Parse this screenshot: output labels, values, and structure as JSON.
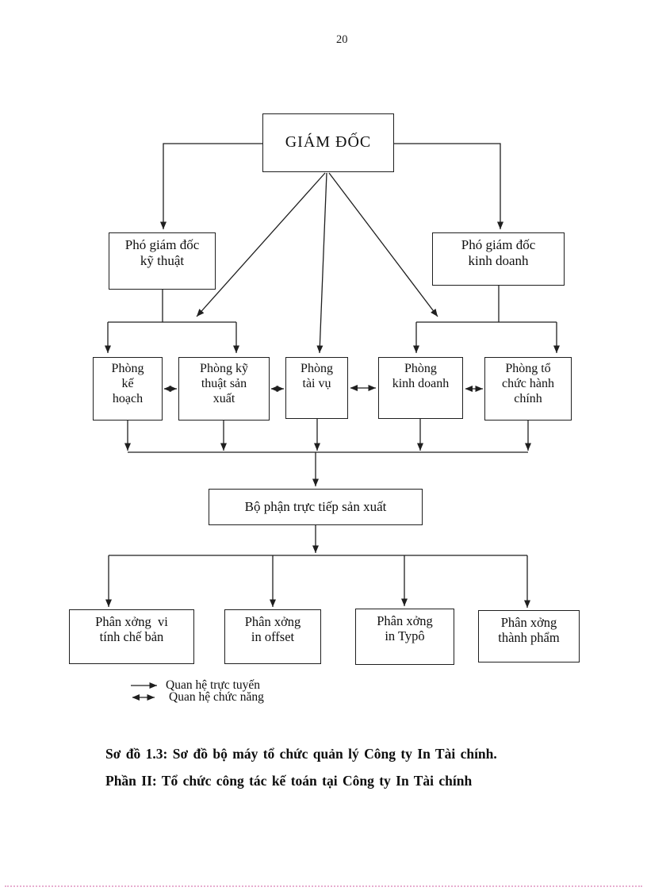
{
  "page": {
    "number": "20"
  },
  "org_chart": {
    "director": {
      "label": "GIÁM ĐỐC"
    },
    "deputy_technical": {
      "label": "Phó giám đốc\nkỹ thuật"
    },
    "deputy_business": {
      "label": "Phó giám đốc\nkinh doanh"
    },
    "departments": [
      {
        "label": "Phòng\nkế\nhoạch"
      },
      {
        "label": "Phòng kỹ\nthuật sản\nxuất"
      },
      {
        "label": "Phòng\ntài vụ"
      },
      {
        "label": "Phòng\nkinh doanh"
      },
      {
        "label": "Phòng tổ\nchức hành\nchính"
      }
    ],
    "production_unit": {
      "label": "Bộ phận trực tiếp sản xuất"
    },
    "workshops": [
      {
        "label": "Phân xởng  vi\ntính chế bản"
      },
      {
        "label": "Phân xởng\nin offset"
      },
      {
        "label": "Phân xởng\nin Typô"
      },
      {
        "label": "Phân xởng\nthành phẩm"
      }
    ]
  },
  "legend": {
    "direct_relation": "Quan hệ trực tuyến",
    "functional_relation": "Quan hệ chức năng"
  },
  "captions": {
    "figure": "Sơ đồ 1.3: Sơ đồ bộ máy tổ chức quản lý Công ty In Tài chính.",
    "section": "Phần II:  Tổ chức công tác kế toán tại Công ty In Tài chính"
  },
  "colors": {
    "ink": "#1f1f1f",
    "dotted_rule": "#e7aed0"
  }
}
